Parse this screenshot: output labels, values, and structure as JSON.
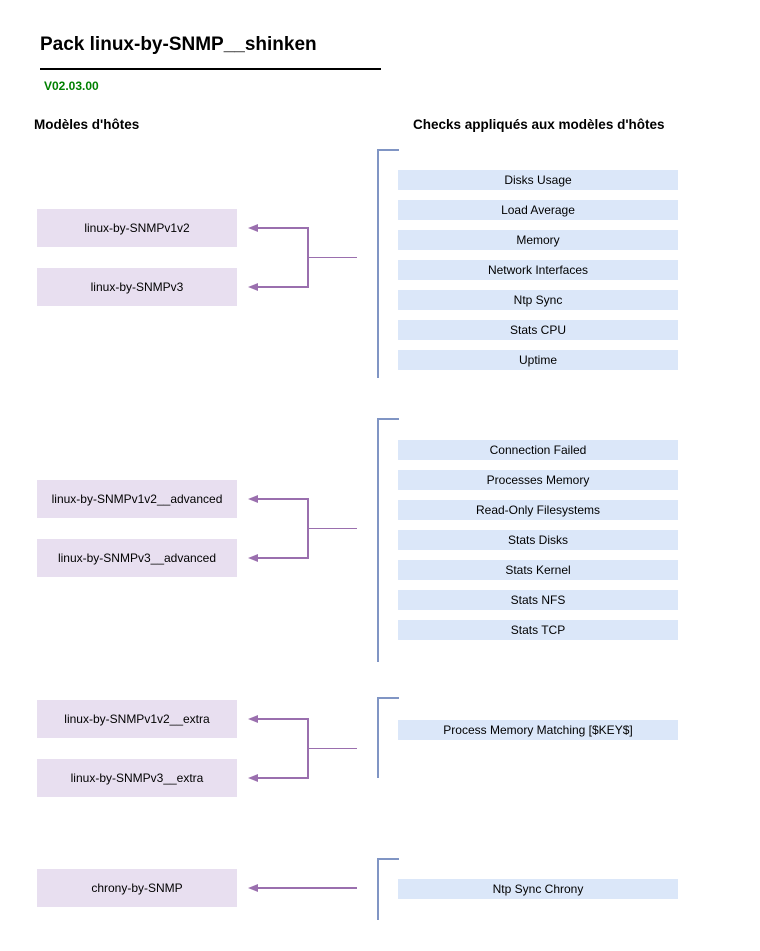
{
  "page": {
    "title": "Pack linux-by-SNMP__shinken",
    "version": "V02.03.00",
    "left_heading": "Modèles d'hôtes",
    "right_heading": "Checks appliqués aux modèles d'hôtes"
  },
  "colors": {
    "host_box_bg": "#e8dff0",
    "check_box_bg": "#dbe7f9",
    "connector_purple": "#9a6fae",
    "bracket_blue": "#8095c4",
    "version_green": "#008000",
    "title_color": "#000000"
  },
  "groups": [
    {
      "hosts": [
        "linux-by-SNMPv1v2",
        "linux-by-SNMPv3"
      ],
      "checks": [
        "Disks Usage",
        "Load Average",
        "Memory",
        "Network Interfaces",
        "Ntp Sync",
        "Stats CPU",
        "Uptime"
      ]
    },
    {
      "hosts": [
        "linux-by-SNMPv1v2__advanced",
        "linux-by-SNMPv3__advanced"
      ],
      "checks": [
        "Connection Failed",
        "Processes Memory",
        "Read-Only Filesystems",
        "Stats Disks",
        "Stats Kernel",
        "Stats NFS",
        "Stats TCP"
      ]
    },
    {
      "hosts": [
        "linux-by-SNMPv1v2__extra",
        "linux-by-SNMPv3__extra"
      ],
      "checks": [
        "Process Memory Matching [$KEY$]"
      ]
    },
    {
      "hosts": [
        "chrony-by-SNMP"
      ],
      "checks": [
        "Ntp Sync Chrony"
      ]
    }
  ]
}
